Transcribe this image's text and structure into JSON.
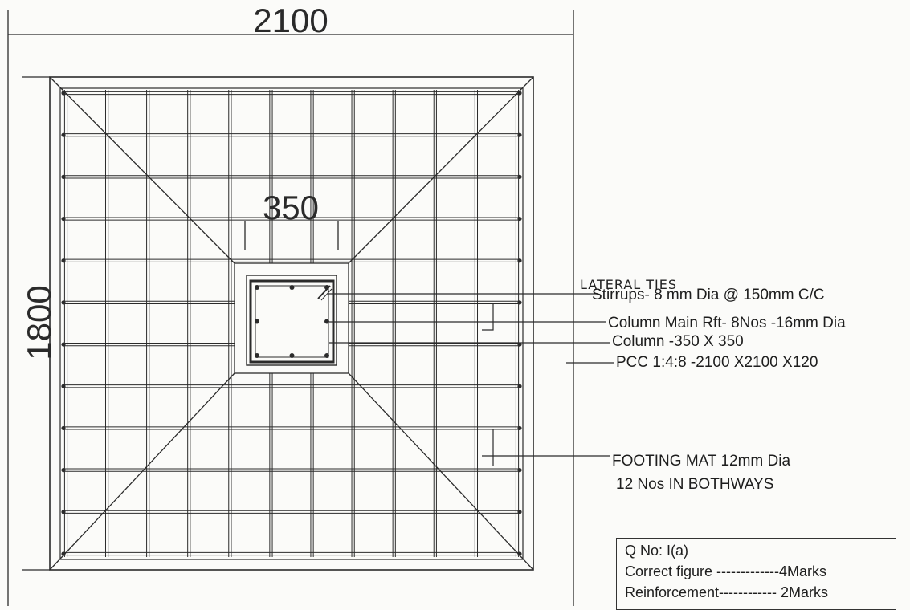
{
  "dimensions": {
    "width_label": "2100",
    "height_label": "1800",
    "column_label": "350"
  },
  "annotations": {
    "lateral_ties_handwritten": "LATERAL TIES",
    "stirrups": "Stirrups- 8 mm Dia @ 150mm C/C",
    "column_main_rft": "Column Main Rft- 8Nos -16mm Dia",
    "column_size": "Column -350 X 350",
    "pcc": "PCC 1:4:8 -2100 X2100 X120",
    "footing_mat_line1": "FOOTING MAT 12mm Dia",
    "footing_mat_line2": "12 Nos IN BOTHWAYS"
  },
  "marks_box": {
    "question": "Q No: I(a)",
    "row1": "Correct figure -------------4Marks",
    "row2": "Reinforcement------------ 2Marks"
  },
  "reinforcement": {
    "bars_each_way": 12,
    "column_main_bars": 8
  },
  "colors": {
    "line": "#2b2b2b",
    "paper": "#fbfbf9"
  }
}
